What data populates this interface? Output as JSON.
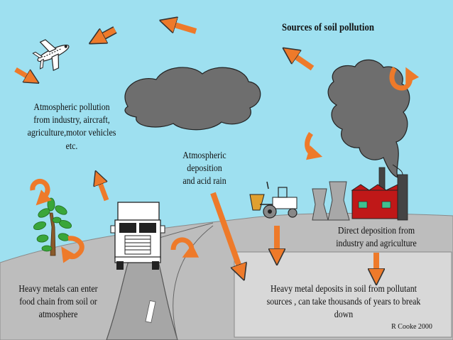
{
  "diagram": {
    "title": "Sources of soil pollution",
    "labels": {
      "atmospheric_pollution": [
        "Atmospheric pollution",
        "from industry, aircraft,",
        "agriculture,motor vehicles",
        "etc."
      ],
      "atmospheric_deposition": [
        "Atmospheric",
        "deposition",
        "and acid rain"
      ],
      "direct_deposition": [
        "Direct deposition from",
        "industry and agriculture"
      ],
      "heavy_metals_food_chain": [
        "Heavy metals can enter",
        "food chain from soil or",
        "atmosphere"
      ],
      "heavy_metal_deposits": [
        "Heavy metal deposits in soil from pollutant",
        "sources , can take thousands of years to break",
        "down"
      ]
    },
    "credit": "R Cooke 2000"
  },
  "colors": {
    "sky": "#9ee0f0",
    "ground": "#bdbdbd",
    "cloud": "#6e6e6e",
    "arrow": "#ee7a2a",
    "factory": "#c01818",
    "soil_box": "#d8d8d8"
  },
  "icons": [
    "airplane-icon",
    "tree-icon",
    "truck-icon",
    "tractor-icon",
    "factory-icon",
    "cooling-tower-icon",
    "cloud-icon",
    "arrow-icon"
  ]
}
